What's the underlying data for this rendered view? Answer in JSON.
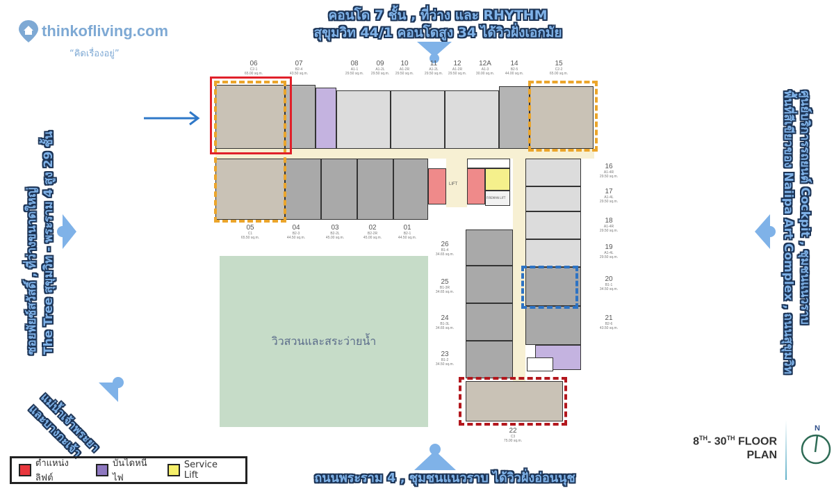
{
  "brand": {
    "logo_icon": "home-pin-icon",
    "name": "thinkofliving.com",
    "slogan": "“คิดเรื่องอยู่”"
  },
  "views": {
    "north_line1": "คอนโด 7 ชั้น , ที่ว่าง และ RHYTHM",
    "north_line2": "สุขุมวิท 44/1 คอนโดสูง 34 ได้วิวฝั่งเอกมัย",
    "west_line1": "ซอยพัยซ์สวัสดิ์ , ที่ว่างขนาดใหญ่",
    "west_line2": "The Tree สุขุมวิท - พระราม 4 สูง 29 ชั้น",
    "east_line1": "ศูนย์บริการรถยนต์ Cockpit , ชุมชนแนวราบ",
    "east_line2": "พื้นที่สีเขียวของ Naiipa Art Complex , ถนนสุขุมวิท",
    "south": "ถนนพระราม 4 , ชุมชนแนวราบ ได้วิวฝั่งอ่อนนุช",
    "southwest_line1": "แม่น้ำเจ้าพระยา",
    "southwest_line2": "และบางกะเจ้า"
  },
  "plan": {
    "title_line1_a": "8",
    "title_sup1": "TH",
    "title_line1_b": "- 30",
    "title_sup2": "TH",
    "title_line1_c": " FLOOR",
    "title_line2": "PLAN",
    "north_label": "N",
    "garden_label": "วิวสวนและสระว่ายน้ำ",
    "lift_label": "LIFT",
    "firemans_lift_label": "FIREMAN LIFT",
    "top_units": [
      {
        "num": "06",
        "type": "C2-1",
        "area": "65.00 sq.m."
      },
      {
        "num": "07",
        "type": "B2-4",
        "area": "43.50 sq.m."
      },
      {
        "num": "08",
        "type": "A1-1",
        "area": "29.50 sq.m."
      },
      {
        "num": "09",
        "type": "A1-2L",
        "area": "29.50 sq.m."
      },
      {
        "num": "10",
        "type": "A1-2R",
        "area": "29.50 sq.m."
      },
      {
        "num": "11",
        "type": "A1-2L",
        "area": "29.50 sq.m."
      },
      {
        "num": "12",
        "type": "A1-2R",
        "area": "29.50 sq.m."
      },
      {
        "num": "12A",
        "type": "A1-3",
        "area": "30.00 sq.m."
      },
      {
        "num": "14",
        "type": "B2-5",
        "area": "44.00 sq.m."
      },
      {
        "num": "15",
        "type": "C2-2",
        "area": "65.00 sq.m."
      }
    ],
    "bottom_units": [
      {
        "num": "05",
        "type": "C1",
        "area": "65.50 sq.m."
      },
      {
        "num": "04",
        "type": "B2-3",
        "area": "44.50 sq.m."
      },
      {
        "num": "03",
        "type": "B2-2L",
        "area": "45.00 sq.m."
      },
      {
        "num": "02",
        "type": "B2-2R",
        "area": "45.00 sq.m."
      },
      {
        "num": "01",
        "type": "B2-1",
        "area": "44.50 sq.m."
      }
    ],
    "right_units": [
      {
        "num": "16",
        "type": "A1-4R",
        "area": "29.50 sq.m."
      },
      {
        "num": "17",
        "type": "A1-4L",
        "area": "29.50 sq.m."
      },
      {
        "num": "18",
        "type": "A1-4R",
        "area": "29.50 sq.m."
      },
      {
        "num": "19",
        "type": "A1-4L",
        "area": "29.50 sq.m."
      },
      {
        "num": "20",
        "type": "B1-1",
        "area": "34.50 sq.m."
      },
      {
        "num": "21",
        "type": "B2-6",
        "area": "43.50 sq.m."
      }
    ],
    "inner_units": [
      {
        "num": "26",
        "type": "B1-4",
        "area": "34.65 sq.m."
      },
      {
        "num": "25",
        "type": "B1-3R",
        "area": "34.65 sq.m."
      },
      {
        "num": "24",
        "type": "B1-3L",
        "area": "34.65 sq.m."
      },
      {
        "num": "23",
        "type": "B1-2",
        "area": "34.50 sq.m."
      }
    ],
    "corner_unit": {
      "num": "22",
      "type": "C3",
      "area": "75.00 sq.m."
    }
  },
  "legend": {
    "items": [
      {
        "label": "ตำแหน่งลิฟต์",
        "color": "#e8363c"
      },
      {
        "label": "บันไดหนีไฟ",
        "color": "#8e78c0"
      },
      {
        "label": "Service Lift",
        "color": "#f5ef6a"
      }
    ]
  },
  "colors": {
    "highlight_red": "#e0202a",
    "highlight_orange": "#eba52c",
    "highlight_blue": "#2d73c4",
    "highlight_darkred": "#b3171d",
    "arrow_blue": "#2f78c8",
    "garden": "#c6dcc8"
  }
}
